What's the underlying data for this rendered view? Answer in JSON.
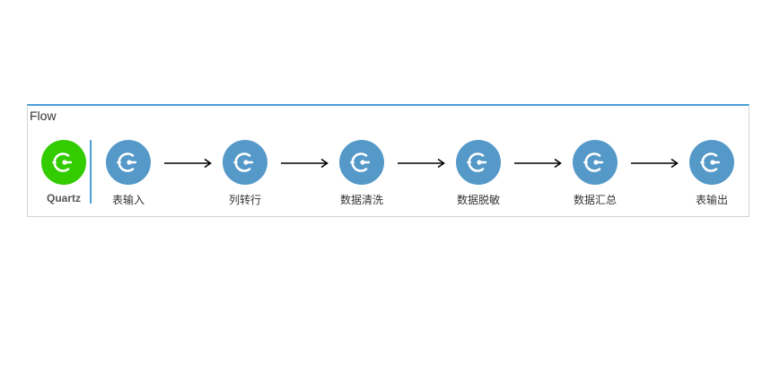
{
  "flow": {
    "title": "Flow",
    "trigger": {
      "label": "Quartz",
      "icon": "connector-plug-icon",
      "color": "#33cc00"
    },
    "steps": [
      {
        "label": "表输入",
        "icon": "connector-plug-icon"
      },
      {
        "label": "列转行",
        "icon": "connector-plug-icon"
      },
      {
        "label": "数据清洗",
        "icon": "connector-plug-icon"
      },
      {
        "label": "数据脱敏",
        "icon": "connector-plug-icon"
      },
      {
        "label": "数据汇总",
        "icon": "connector-plug-icon"
      },
      {
        "label": "表输出",
        "icon": "connector-plug-icon"
      }
    ],
    "step_color": "#5599c9",
    "accent_color": "#4a9fd6"
  }
}
